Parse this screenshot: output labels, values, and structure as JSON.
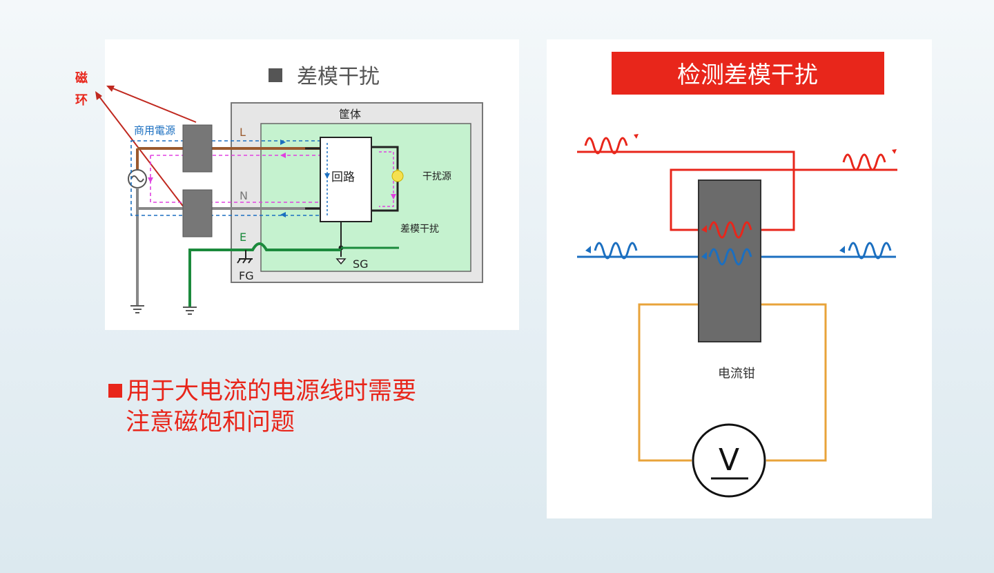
{
  "left_diagram": {
    "title": "差模干扰",
    "core_label": "磁\n环",
    "core_label_line1": "磁",
    "core_label_line2": "环",
    "enclosure_label": "筐体",
    "mains_label": "商用電源",
    "wire_L": "L",
    "wire_N": "N",
    "wire_E": "E",
    "circuit_label": "回路",
    "source_label": "干扰源",
    "noise_label": "差模干扰",
    "sg_label": "SG",
    "fg_label": "FG"
  },
  "right_diagram": {
    "title": "检测差模干扰",
    "clamp_label": "电流钳",
    "meter_label": "V"
  },
  "note": {
    "line1": "用于大电流的电源线时需要",
    "line2": "注意磁饱和问题"
  },
  "colors": {
    "red": "#e8261b",
    "blue": "#1b6fc0",
    "orange": "#e8a33a",
    "green_fill": "#c5f2cf",
    "brown": "#9b5a2e",
    "magenta": "#e040e0"
  }
}
